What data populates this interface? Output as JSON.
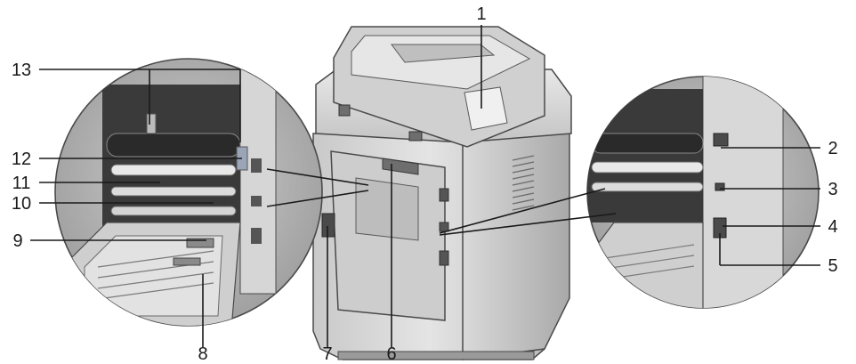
{
  "callouts": {
    "c1": "1",
    "c2": "2",
    "c3": "3",
    "c4": "4",
    "c5": "5",
    "c6": "6",
    "c7": "7",
    "c8": "8",
    "c9": "9",
    "c10": "10",
    "c11": "11",
    "c12": "12",
    "c13": "13"
  },
  "colors": {
    "body_light": "#d8d8d8",
    "body_mid": "#b8b8b8",
    "body_dark": "#7a7a7a",
    "interior_dark": "#3a3a3a",
    "outline": "#4a4a4a",
    "leader": "#1a1a1a"
  }
}
